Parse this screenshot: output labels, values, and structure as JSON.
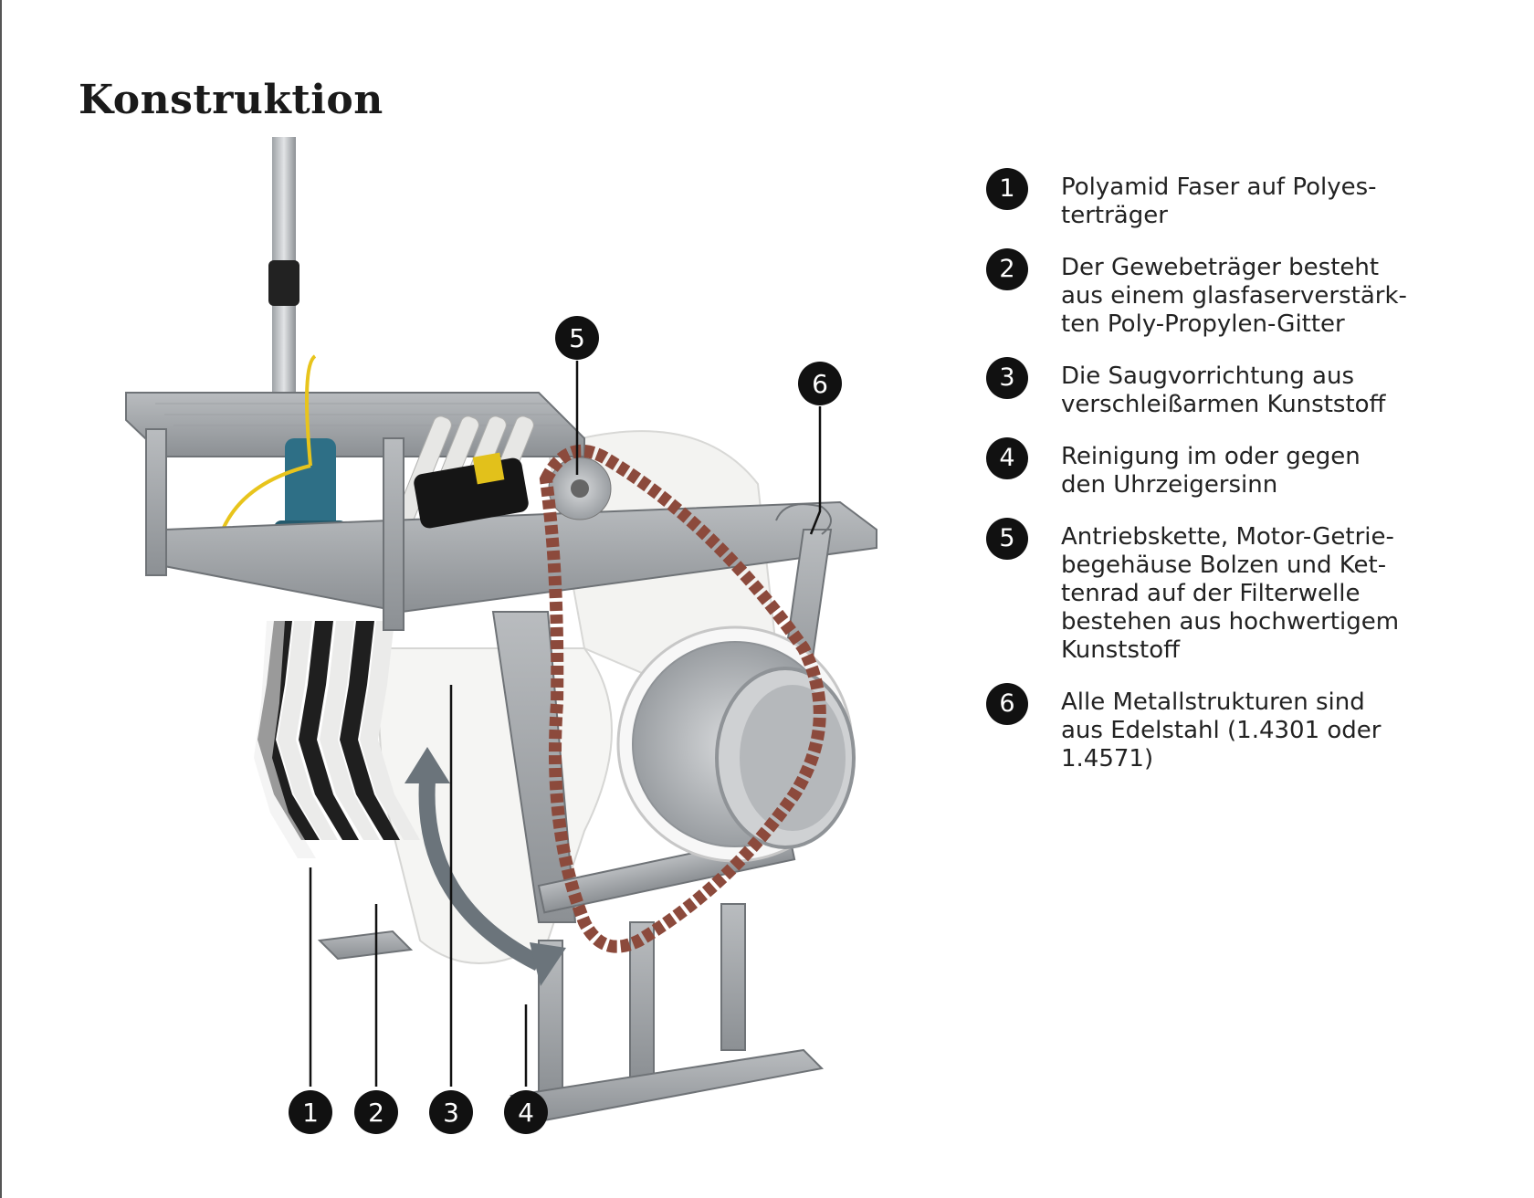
{
  "page": {
    "title": "Konstruktion"
  },
  "callouts": {
    "c1": "1",
    "c2": "2",
    "c3": "3",
    "c4": "4",
    "c5": "5",
    "c6": "6"
  },
  "legend": [
    {
      "num": "1",
      "text": "Polyamid Faser auf Polyes-\nterträger"
    },
    {
      "num": "2",
      "text": "Der Gewebeträger besteht\naus einem glasfaserverstärk-\nten Poly-Propylen-Gitter"
    },
    {
      "num": "3",
      "text": "Die Saugvorrichtung aus\nverschleißarmen Kunststoff"
    },
    {
      "num": "4",
      "text": "Reinigung im oder gegen\nden Uhrzeigersinn"
    },
    {
      "num": "5",
      "text": "Antriebskette, Motor-Getrie-\nbegehäuse Bolzen und Ket-\ntenrad auf der Filterwelle\nbestehen aus hochwertigem\nKunststoff"
    },
    {
      "num": "6",
      "text": "Alle Metallstrukturen sind\naus Edelstahl (1.4301 oder\n1.4571)"
    }
  ]
}
